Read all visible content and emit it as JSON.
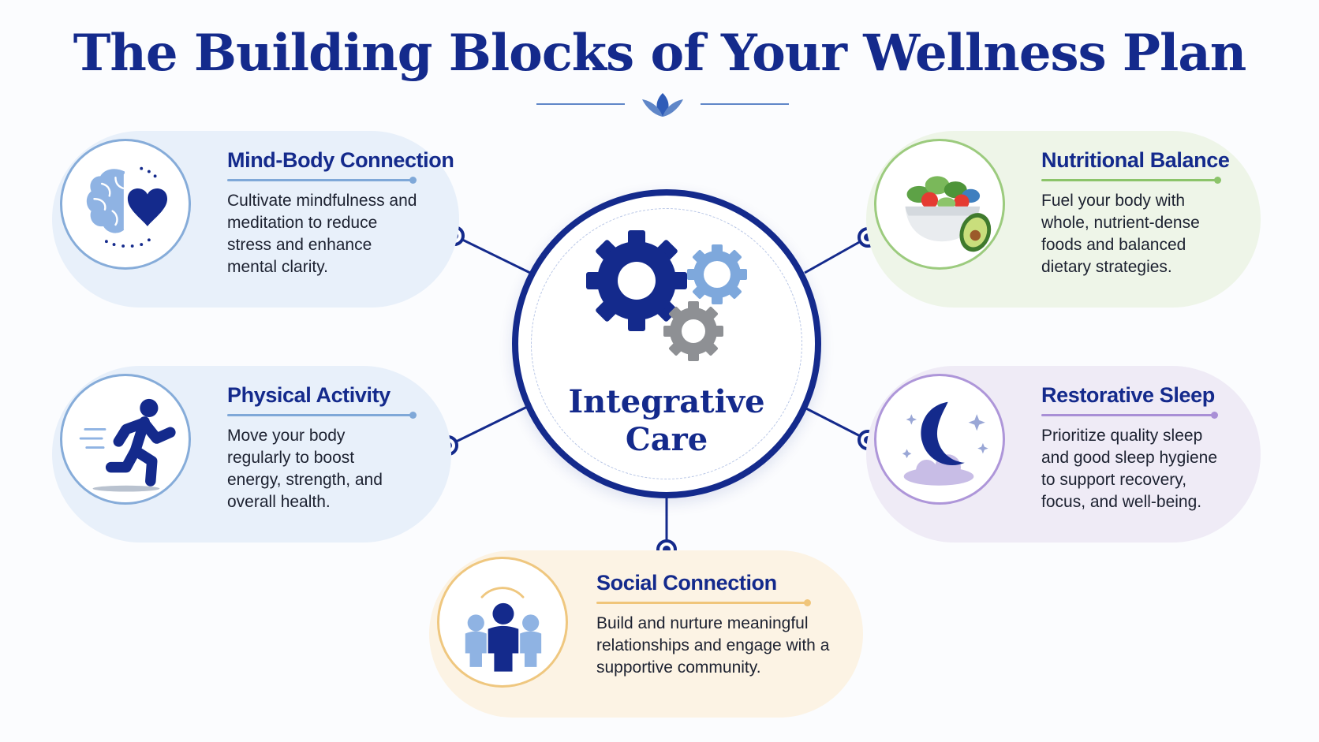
{
  "title": "The Building Blocks of Your Wellness Plan",
  "center": {
    "line1": "Integrative",
    "line2": "Care",
    "icon": "gears-icon"
  },
  "blocks": [
    {
      "title": "Mind-Body Connection",
      "description": "Cultivate mindfulness and meditation to reduce stress and enhance mental clarity.",
      "icon": "brain-heart-icon",
      "accent": "#7fa8d8"
    },
    {
      "title": "Physical Activity",
      "description": "Move your body regularly to boost energy, strength, and overall health.",
      "icon": "running-person-icon",
      "accent": "#7fa8d8"
    },
    {
      "title": "Social Connection",
      "description": "Build and nurture meaningful relationships and engage with a supportive community.",
      "icon": "people-group-icon",
      "accent": "#f0c57a"
    },
    {
      "title": "Nutritional Balance",
      "description": "Fuel your body with whole, nutrient-dense foods and balanced dietary strategies.",
      "icon": "salad-bowl-icon",
      "accent": "#8cc46a"
    },
    {
      "title": "Restorative Sleep",
      "description": "Prioritize quality sleep and good sleep hygiene to support recovery, focus, and well-being.",
      "icon": "moon-cloud-icon",
      "accent": "#a98fd6"
    }
  ],
  "colors": {
    "primary": "#142a8c",
    "blue_card": "#e8f0fa",
    "green_card": "#eef5e8",
    "purple_card": "#efebf6",
    "orange_card": "#fcf3e4"
  }
}
